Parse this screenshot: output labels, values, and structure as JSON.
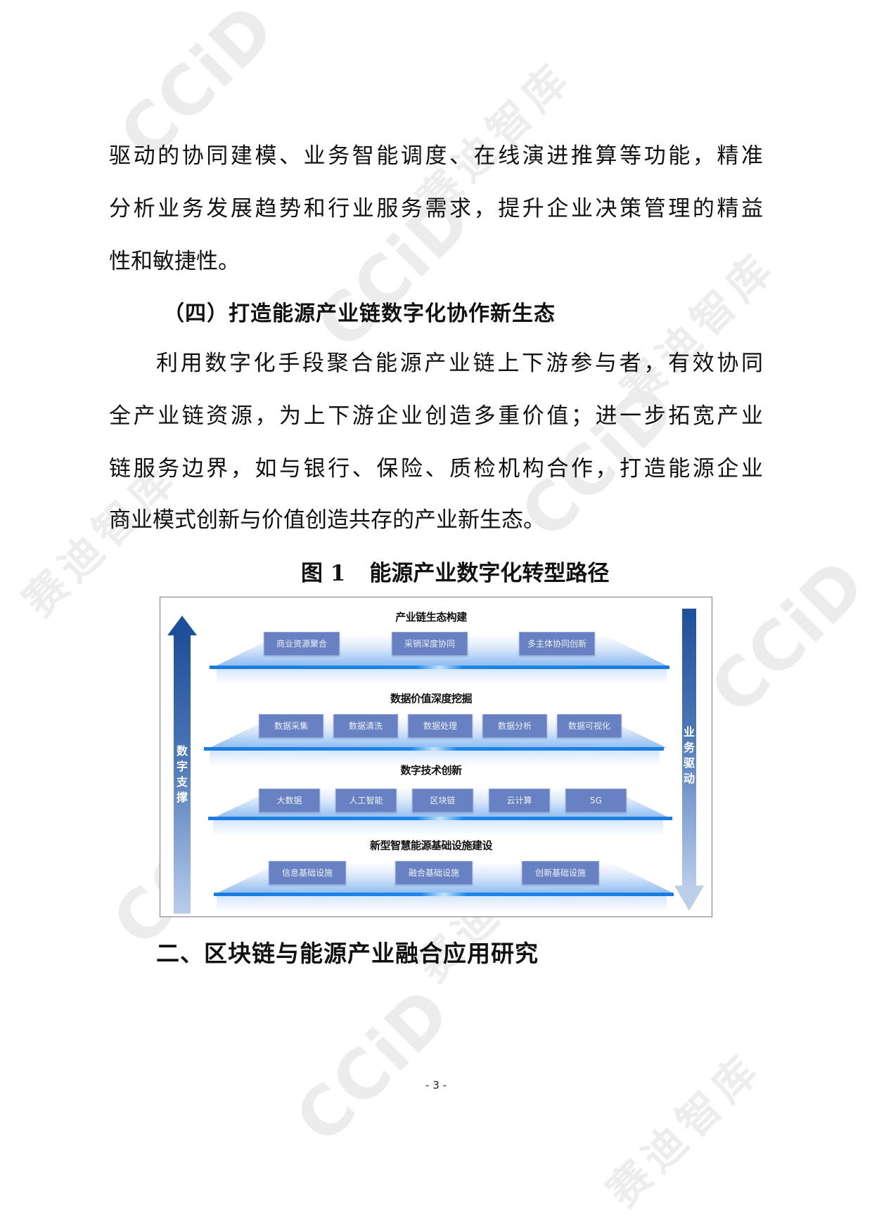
{
  "watermark": {
    "logo": "CCiD",
    "cn": "赛迪智库"
  },
  "body_top": {
    "lines": [
      "驱动的协同建模、业务智能调度、在线演进推算等功能，精准",
      "分析业务发展趋势和行业服务需求，提升企业决策管理的精益",
      "性和敏捷性。"
    ]
  },
  "section4": {
    "heading": "（四）打造能源产业链数字化协作新生态",
    "lines": [
      "利用数字化手段聚合能源产业链上下游参与者，有效协同",
      "全产业链资源，为上下游企业创造多重价值；进一步拓宽产业",
      "链服务边界，如与银行、保险、质检机构合作，打造能源企业",
      "商业模式创新与价值创造共存的产业新生态。"
    ]
  },
  "figure": {
    "caption_num": "图 1",
    "caption_title": "能源产业数字化转型路径",
    "left_arrow_label": "数字支撑",
    "right_arrow_label": "业务驱动",
    "layers": [
      {
        "title": "产业链生态构建",
        "items": [
          "商业资源聚合",
          "采销深度协同",
          "多主体协同创新"
        ]
      },
      {
        "title": "数据价值深度挖掘",
        "items": [
          "数据采集",
          "数据清洗",
          "数据处理",
          "数据分析",
          "数据可视化"
        ]
      },
      {
        "title": "数字技术创新",
        "items": [
          "大数据",
          "人工智能",
          "区块链",
          "云计算",
          "5G"
        ]
      },
      {
        "title": "新型智慧能源基础设施建设",
        "items": [
          "信息基础设施",
          "融合基础设施",
          "创新基础设施"
        ]
      }
    ],
    "colors": {
      "box": "#6781c2",
      "bar": "#1a7be0",
      "arrow": "#1e4f9a"
    }
  },
  "section2": {
    "heading": "二、区块链与能源产业融合应用研究"
  },
  "footer": {
    "page_number": "- 3 -"
  }
}
